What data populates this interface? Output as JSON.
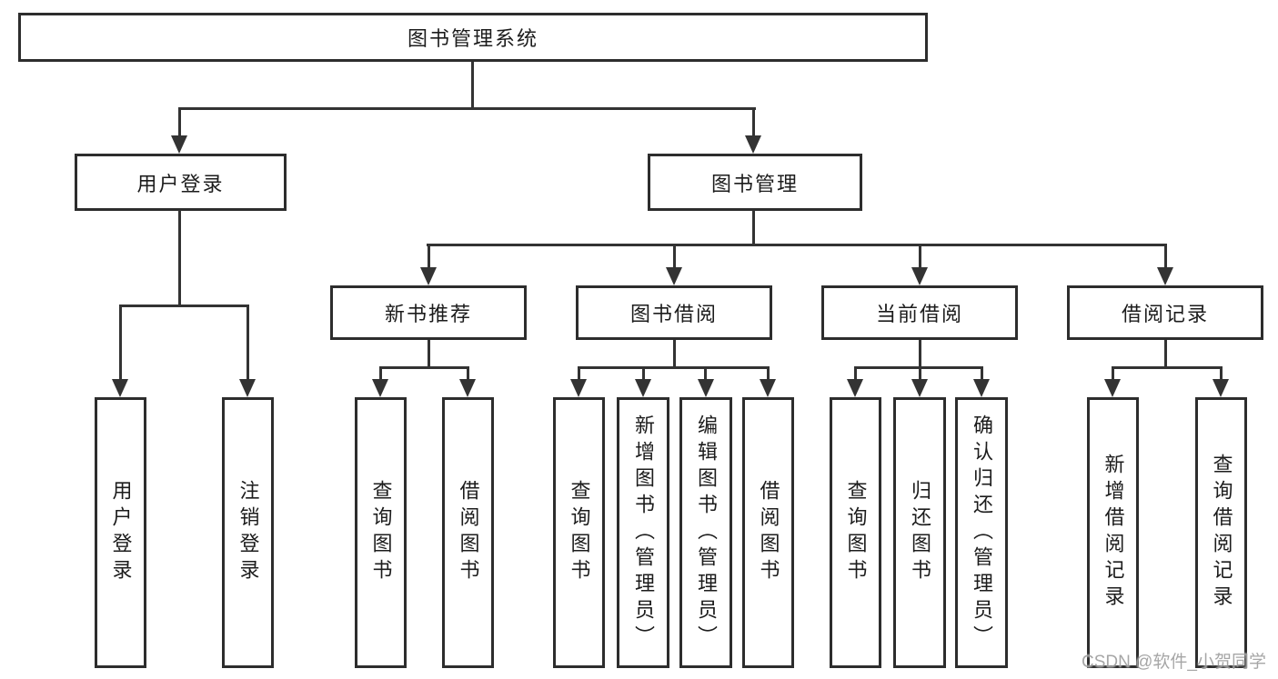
{
  "root": {
    "label": "图书管理系统"
  },
  "branches": {
    "user_login": {
      "label": "用户登录",
      "children": [
        "用户登录",
        "注销登录"
      ]
    },
    "book_mgmt": {
      "label": "图书管理",
      "sections": {
        "new_book_rec": {
          "label": "新书推荐",
          "children": [
            "查询图书",
            "借阅图书"
          ]
        },
        "book_borrow": {
          "label": "图书借阅",
          "children": [
            "查询图书",
            "新增图书（管理员）",
            "编辑图书（管理员）",
            "借阅图书"
          ]
        },
        "current_borrow": {
          "label": "当前借阅",
          "children": [
            "查询图书",
            "归还图书",
            "确认归还（管理员）"
          ]
        },
        "borrow_record": {
          "label": "借阅记录",
          "children": [
            "新增借阅记录",
            "查询借阅记录"
          ]
        }
      }
    }
  },
  "watermark": "CSDN @软件_小贺同学",
  "colors": {
    "line": "#333333",
    "border": "#2d2d2d",
    "text": "#1c1c1c",
    "watermark": "#969696",
    "background": "#ffffff"
  }
}
